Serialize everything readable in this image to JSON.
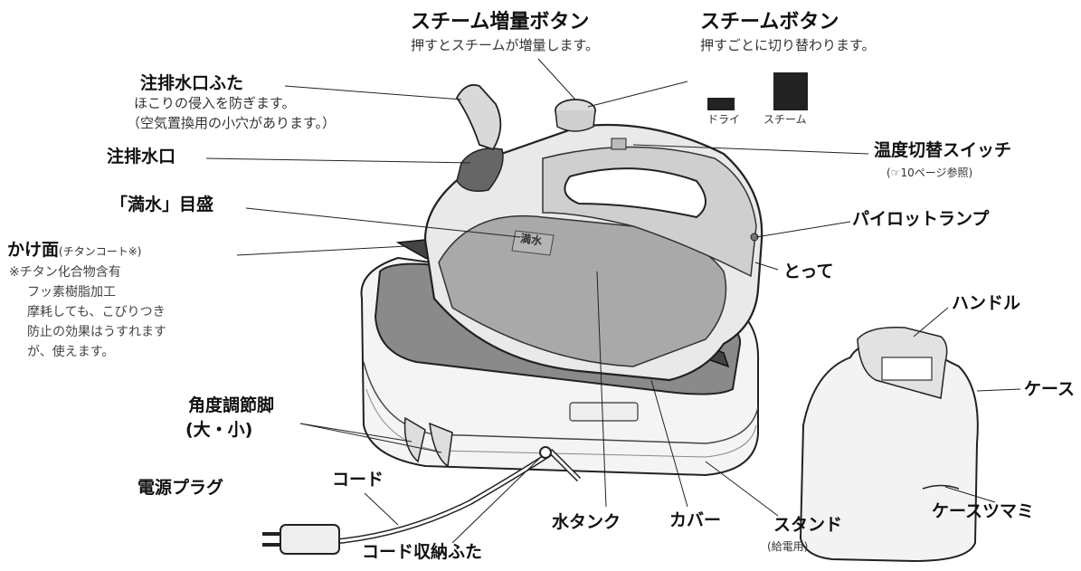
{
  "labels": {
    "steam_boost": {
      "title": "スチーム増量ボタン",
      "desc": "押すとスチームが増量します。"
    },
    "steam_button": {
      "title": "スチームボタン",
      "desc": "押すごとに切り替わります。",
      "dry": "ドライ",
      "steam": "スチーム"
    },
    "fill_cap": {
      "title": "注排水口ふた",
      "desc1": "ほこりの侵入を防ぎます。",
      "desc2": "（空気置換用の小穴があります。）"
    },
    "fill_port": "注排水口",
    "full_mark": "「満水」目盛",
    "soleplate": {
      "title": "かけ面",
      "title_note": "(チタンコート※)",
      "notes": [
        "※チタン化合物含有",
        "フッ素樹脂加工",
        "摩耗しても、こびりつき",
        "防止の効果はうすれます",
        "が、使えます。"
      ]
    },
    "temp_switch": {
      "title": "温度切替スイッチ",
      "note": "(☞10ページ参照)"
    },
    "pilot_lamp": "パイロットランプ",
    "handle_grip": "とって",
    "case_handle": "ハンドル",
    "case": "ケース",
    "case_knob": "ケースツマミ",
    "legs": {
      "line1": "角度調節脚",
      "line2": "(大・小)"
    },
    "plug": "電源プラグ",
    "cord": "コード",
    "cord_cover": "コード収納ふた",
    "water_tank": "水タンク",
    "cover": "カバー",
    "stand": {
      "title": "スタンド",
      "note": "(給電用)"
    },
    "tank_mark": "満水"
  }
}
